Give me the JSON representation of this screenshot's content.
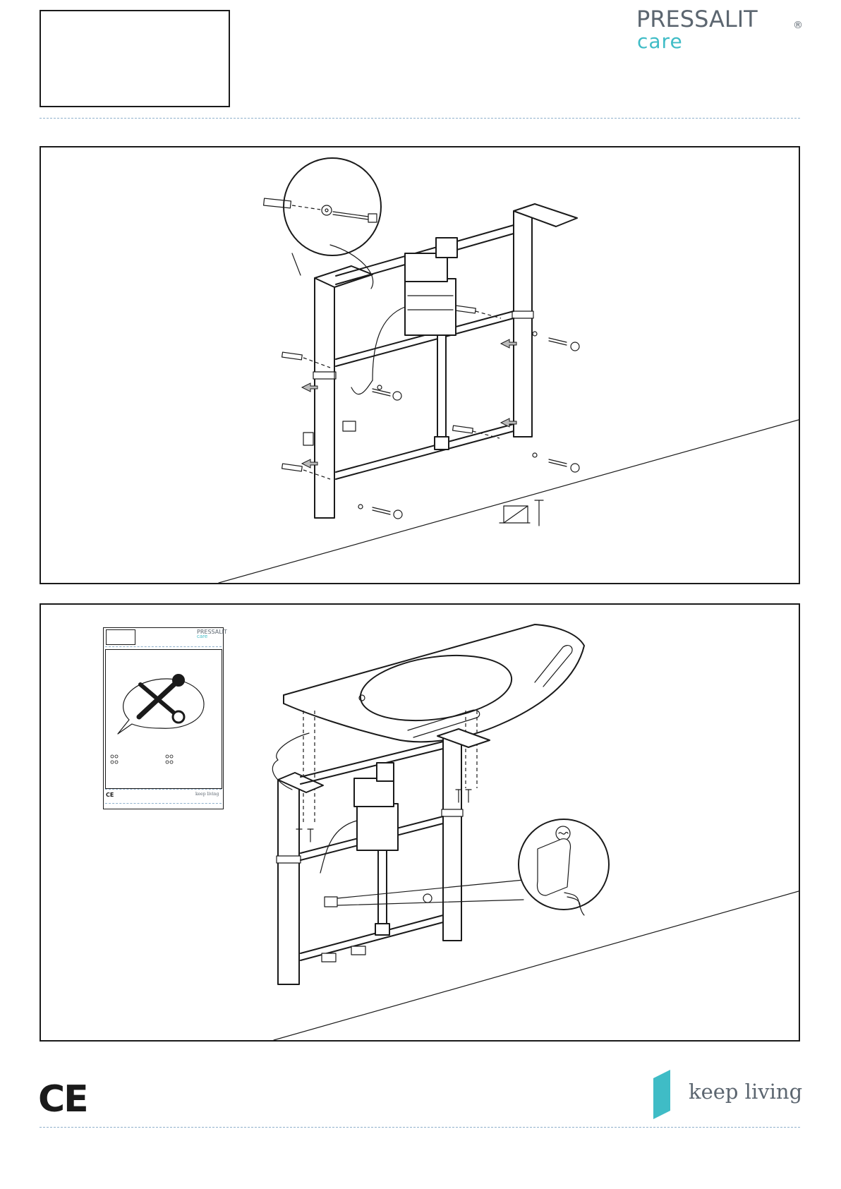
{
  "header": {
    "brand_name": "PRESSALIT",
    "brand_registered": "®",
    "brand_sub": "care"
  },
  "footer": {
    "ce_mark": "CE",
    "tagline": "keep living"
  },
  "thumbnail": {
    "brand_name": "PRESSALIT",
    "brand_sub": "care",
    "ce_mark": "CE",
    "tagline": "keep living"
  },
  "colors": {
    "brand_grey": "#5c6670",
    "brand_teal": "#3fbcc6",
    "rule_blue": "#8fb0cc",
    "line": "#1a1a1a"
  },
  "icons": {
    "step1_detail": "wall-plug-screw-detail",
    "step1_wall": "wall-screw-icon",
    "step2_tools": "tools-icon",
    "step2_plug": "power-plug-detail"
  }
}
